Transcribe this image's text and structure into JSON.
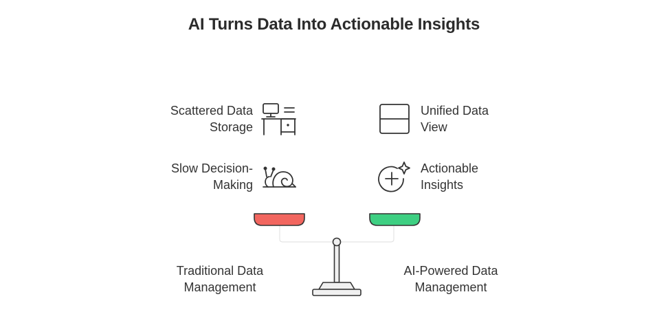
{
  "title": "AI Turns Data Into Actionable Insights",
  "left": {
    "items": [
      {
        "line1": "Scattered Data",
        "line2": "Storage",
        "icon": "desk-icon"
      },
      {
        "line1": "Slow Decision-",
        "line2": "Making",
        "icon": "snail-icon"
      }
    ],
    "base_line1": "Traditional Data",
    "base_line2": "Management",
    "pan_color": "#f2665f"
  },
  "right": {
    "items": [
      {
        "line1": "Unified Data",
        "line2": "View",
        "icon": "unified-view-icon"
      },
      {
        "line1": "Actionable",
        "line2": "Insights",
        "icon": "plus-sparkle-icon"
      }
    ],
    "base_line1": "AI-Powered Data",
    "base_line2": "Management",
    "pan_color": "#3ecf82"
  }
}
